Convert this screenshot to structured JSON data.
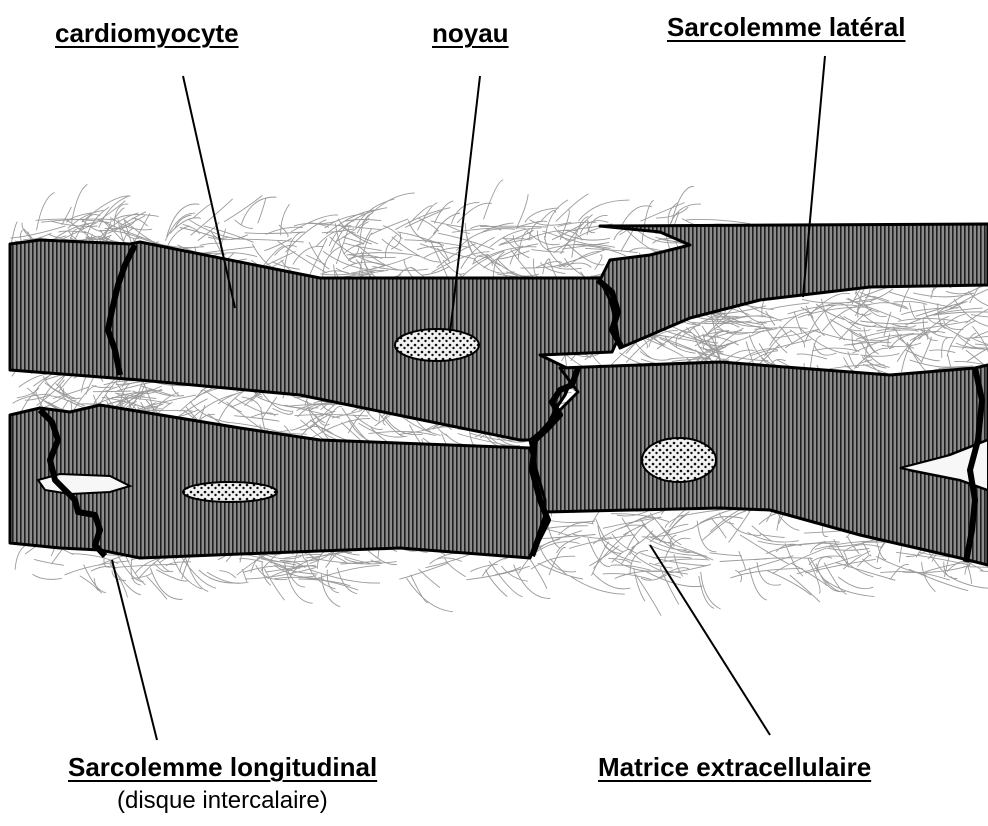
{
  "labels": {
    "cardiomyocyte": "cardiomyocyte",
    "nucleus": "noyau",
    "lateral_sarcolemma": "Sarcolemme latéral",
    "longitudinal_sarcolemma": "Sarcolemme longitudinal",
    "intercalated_disc": "(disque intercalaire)",
    "extracellular_matrix": "Matrice extracellulaire"
  },
  "colors": {
    "cell_fill": "#8c8c8c",
    "striation": "#1f1f1f",
    "matrix_fiber": "#9a9a9a",
    "outline": "#000000",
    "nucleus_fill": "#f2f2f2"
  }
}
